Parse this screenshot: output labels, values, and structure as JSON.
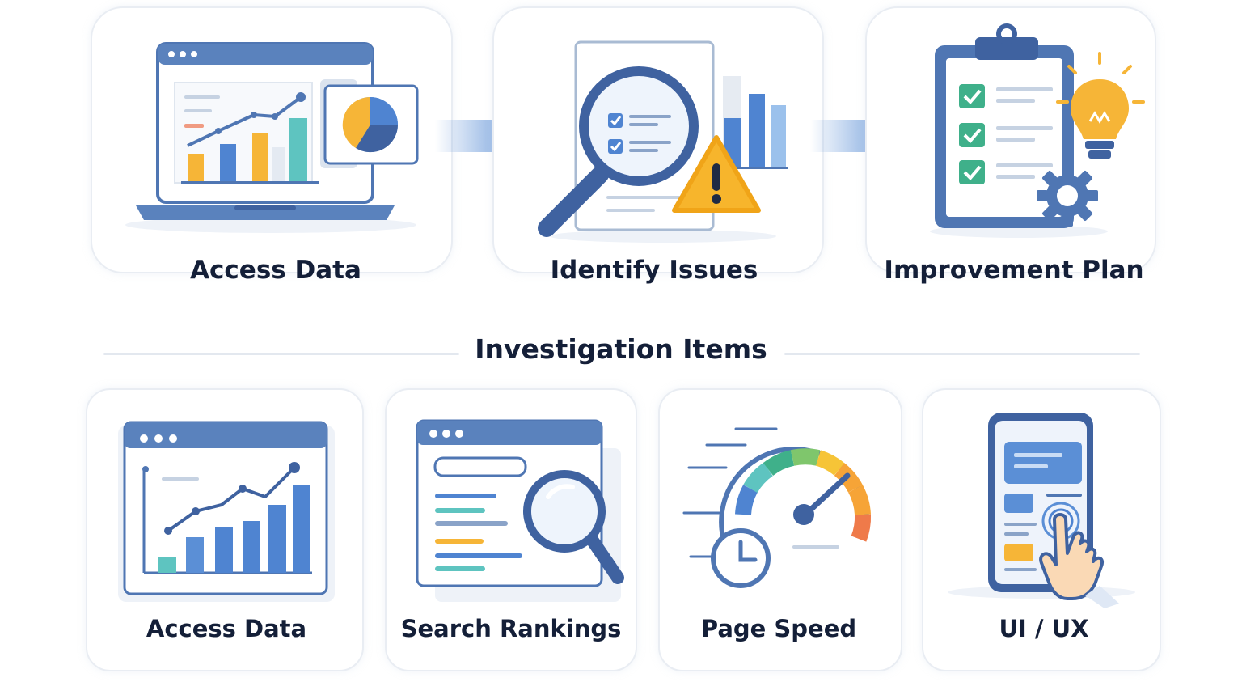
{
  "process_steps": [
    {
      "label": "Access Data",
      "icon": "laptop-analytics-icon"
    },
    {
      "label": "Identify Issues",
      "icon": "magnifier-warning-icon"
    },
    {
      "label": "Improvement Plan",
      "icon": "clipboard-lightbulb-icon"
    }
  ],
  "section": {
    "title": "Investigation Items"
  },
  "investigation_items": [
    {
      "label": "Access Data",
      "icon": "browser-chart-icon"
    },
    {
      "label": "Search Rankings",
      "icon": "browser-search-icon"
    },
    {
      "label": "Page Speed",
      "icon": "speedometer-icon"
    },
    {
      "label": "UI / UX",
      "icon": "phone-tap-icon"
    }
  ],
  "colors": {
    "primary_blue": "#4f76b3",
    "light_blue": "#5b8fd6",
    "orange": "#f6b537",
    "teal": "#5ec4c0",
    "green": "#3fb08a",
    "warning_yellow": "#f7b52c",
    "text": "#141f38",
    "card_border": "#e9edf3"
  }
}
